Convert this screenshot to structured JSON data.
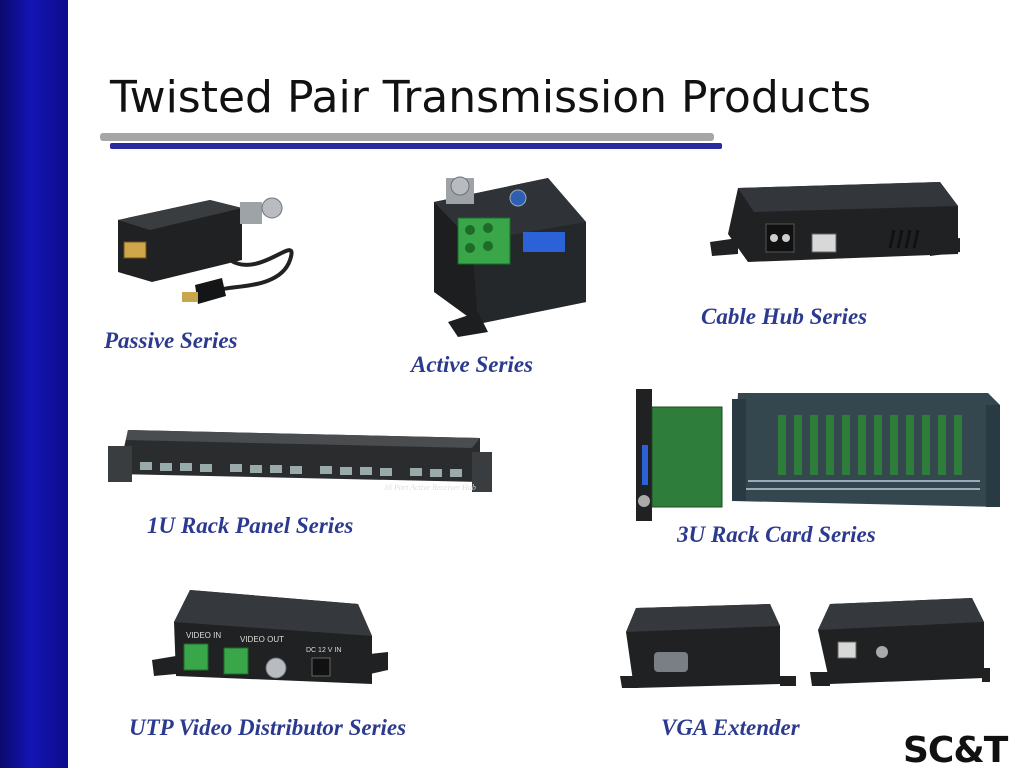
{
  "slide": {
    "title": "Twisted Pair Transmission Products",
    "logo_text": "SC&T"
  },
  "products": [
    {
      "label": "Passive Series"
    },
    {
      "label": "Active Series"
    },
    {
      "label": "Cable Hub Series"
    },
    {
      "label": "1U Rack Panel Series"
    },
    {
      "label": "3U Rack Card Series"
    },
    {
      "label": "UTP Video Distributor Series"
    },
    {
      "label": "VGA Extender"
    }
  ],
  "device_markings": {
    "rack_panel": "16 Port Active Receiver Hub",
    "distributor_in": "VIDEO IN",
    "distributor_out": "VIDEO OUT",
    "distributor_power": "DC 12 V IN"
  },
  "colors": {
    "sidebar": "#1414b4",
    "label": "#2b3a8f",
    "rule_gray": "#a6a6a6",
    "rule_blue": "#2a2aa0",
    "device_body": "#1c1e20",
    "terminal_green": "#3aa64a"
  }
}
